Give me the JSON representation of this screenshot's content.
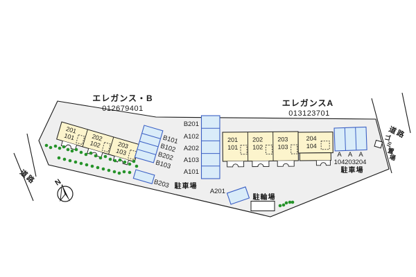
{
  "site": {
    "building_b": {
      "name": "エレガンス・B",
      "code": "012679401",
      "units": [
        {
          "upper": "201",
          "lower": "101"
        },
        {
          "upper": "202",
          "lower": "102"
        },
        {
          "upper": "203",
          "lower": "103"
        }
      ]
    },
    "building_a": {
      "name": "エレガンスA",
      "code": "013123701",
      "units": [
        {
          "upper": "201",
          "lower": "101"
        },
        {
          "upper": "202",
          "lower": "102"
        },
        {
          "upper": "203",
          "lower": "103"
        },
        {
          "upper": "204",
          "lower": "104"
        }
      ]
    },
    "parking": {
      "b_column_labels": [
        "B101",
        "B102",
        "B202",
        "B103"
      ],
      "b203_label": "B203",
      "middle_column_labels": [
        "B201",
        "A102",
        "A202",
        "A103",
        "A101"
      ],
      "middle_caption": "駐車場",
      "right_letters": [
        "A",
        "A",
        "A"
      ],
      "right_numbers": [
        "104",
        "203",
        "204"
      ],
      "right_caption": "駐車場",
      "a201_label": "A201"
    },
    "bicycle_label": "駐輪場",
    "garbage": {
      "label": "ゴミ置場",
      "chars": [
        "ゴ",
        "ミ",
        "置",
        "場"
      ]
    },
    "roads": {
      "left": "道路",
      "right": "道路"
    },
    "compass_label": "N"
  },
  "map": {
    "colors": {
      "site_fill": "#efefef",
      "building_fill": "#fcf4cc",
      "parking_fill": "#d9ecf9",
      "parking_stroke": "#3a5fc4",
      "tree": "#259329"
    },
    "trees": [
      [
        67,
        210
      ],
      [
        73,
        213
      ],
      [
        80,
        211
      ],
      [
        86,
        214
      ],
      [
        92,
        212
      ],
      [
        98,
        216
      ],
      [
        104,
        218
      ],
      [
        110,
        216
      ],
      [
        117,
        220
      ],
      [
        124,
        223
      ],
      [
        131,
        221
      ],
      [
        138,
        225
      ],
      [
        145,
        228
      ],
      [
        152,
        226
      ],
      [
        159,
        230
      ],
      [
        166,
        232
      ],
      [
        173,
        231
      ],
      [
        180,
        234
      ],
      [
        187,
        237
      ],
      [
        193,
        233
      ],
      [
        197,
        240
      ],
      [
        85,
        228
      ],
      [
        93,
        230
      ],
      [
        101,
        232
      ],
      [
        109,
        234
      ],
      [
        117,
        236
      ],
      [
        125,
        238
      ],
      [
        133,
        240
      ],
      [
        141,
        242
      ],
      [
        149,
        244
      ],
      [
        157,
        246
      ],
      [
        165,
        248
      ],
      [
        172,
        250
      ],
      [
        179,
        248
      ],
      [
        187,
        249
      ],
      [
        404,
        297
      ],
      [
        409,
        296
      ],
      [
        413,
        293
      ],
      [
        418,
        292
      ],
      [
        422,
        292
      ]
    ]
  }
}
